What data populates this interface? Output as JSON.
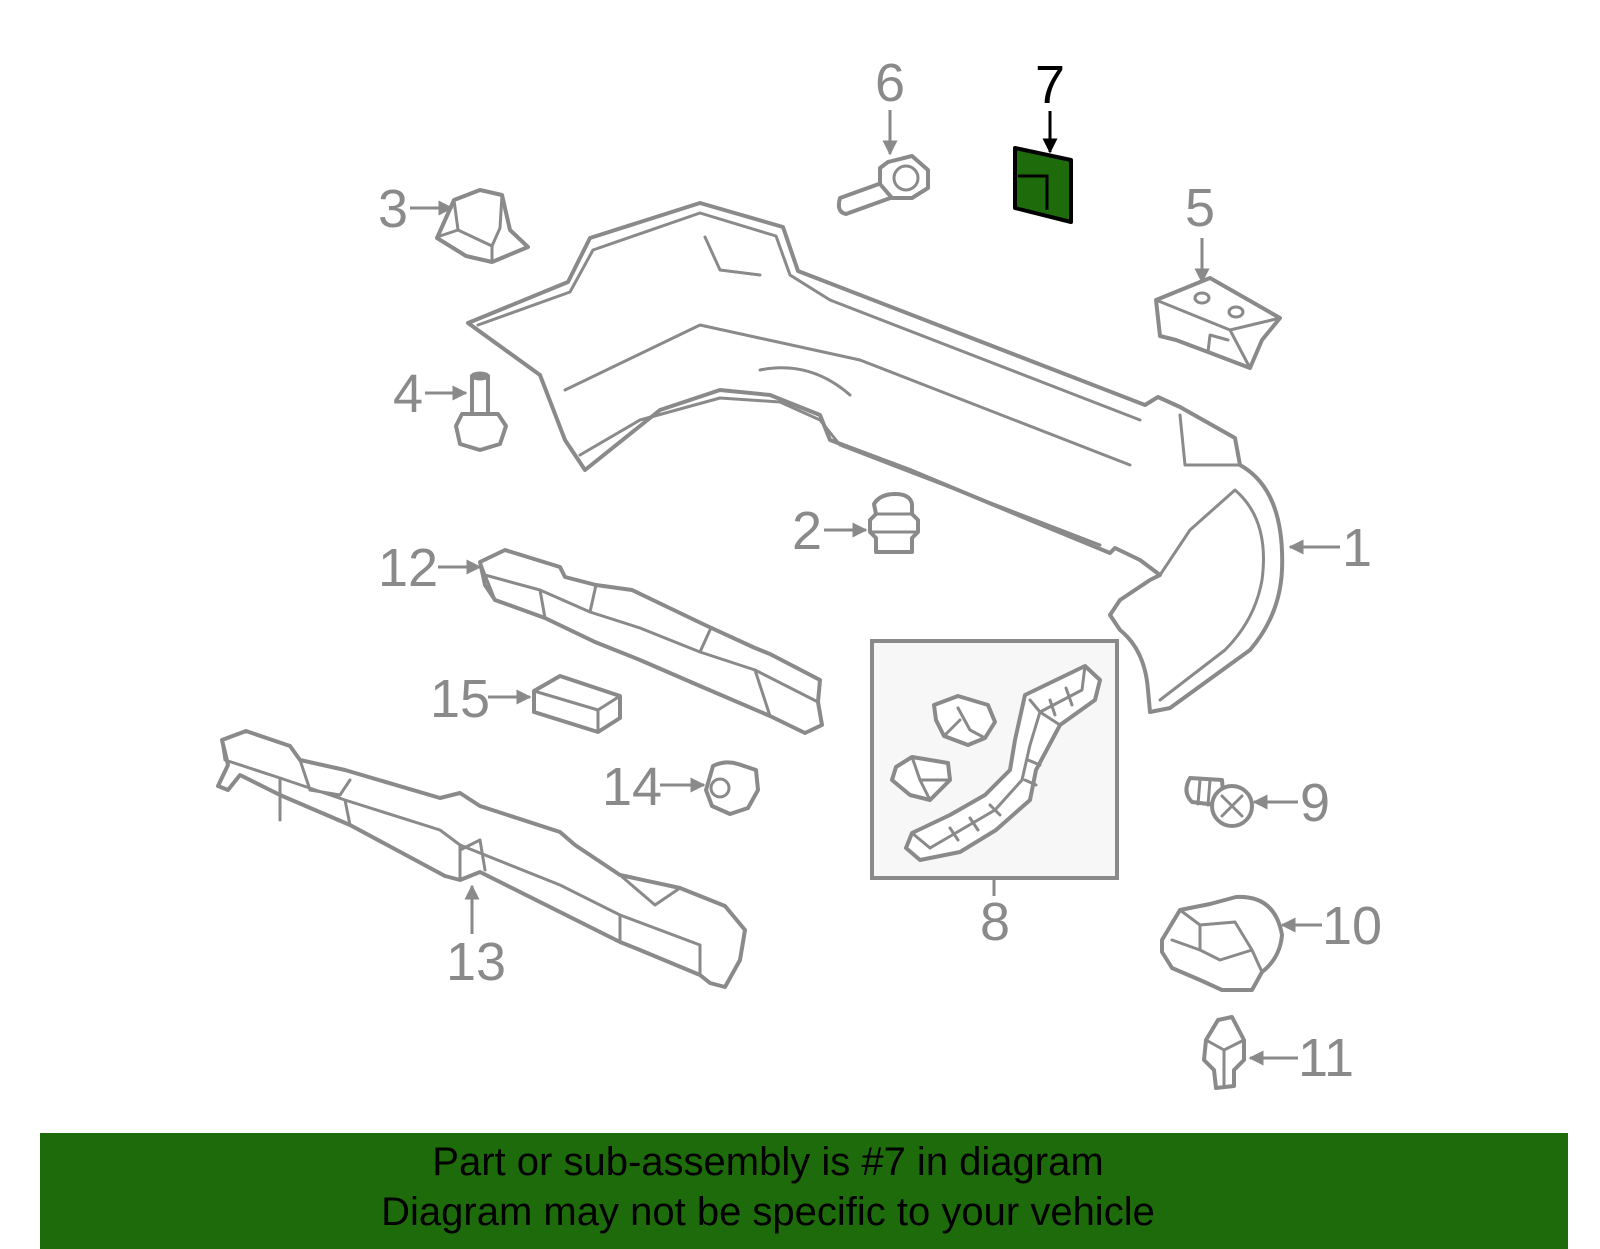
{
  "callouts": {
    "n1": "1",
    "n2": "2",
    "n3": "3",
    "n4": "4",
    "n5": "5",
    "n6": "6",
    "n7": "7",
    "n8": "8",
    "n9": "9",
    "n10": "10",
    "n11": "11",
    "n12": "12",
    "n13": "13",
    "n14": "14",
    "n15": "15"
  },
  "highlight": {
    "part_number": "7",
    "color": "#1e6b0c",
    "outline": "#000000"
  },
  "banner": {
    "line1": "Part or sub-assembly is #7 in diagram",
    "line2": "Diagram may not be specific to your vehicle",
    "background": "#1e6b0c"
  }
}
